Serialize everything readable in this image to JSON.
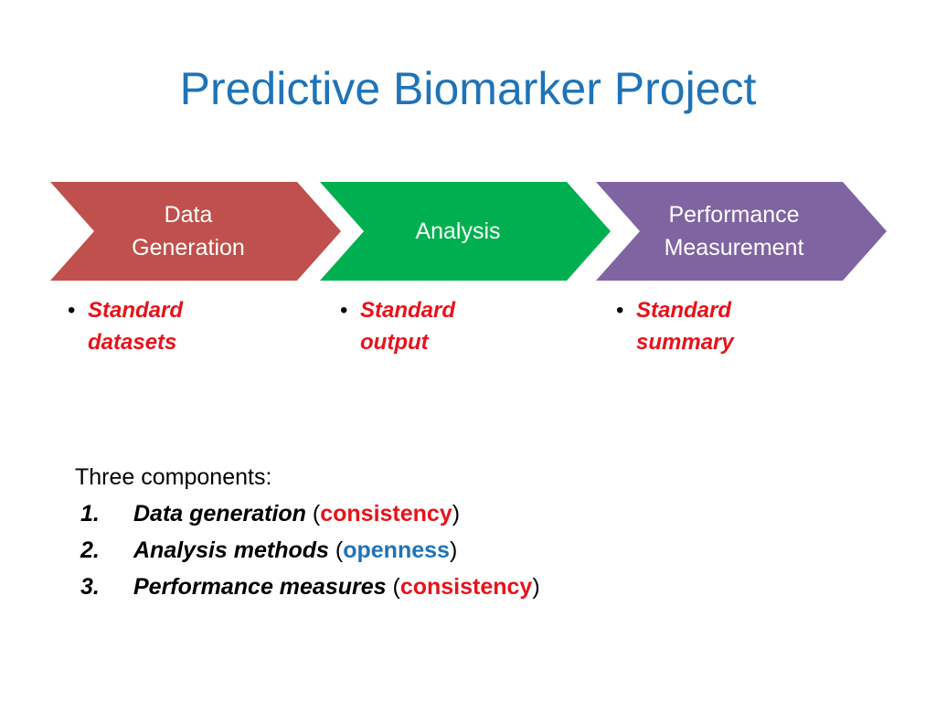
{
  "title": "Predictive Biomarker Project",
  "stages": [
    {
      "label": "Data\nGeneration",
      "color": "#c0504d",
      "bullet": "Standard\ndatasets"
    },
    {
      "label": "Analysis",
      "color": "#00b050",
      "bullet": "Standard\noutput"
    },
    {
      "label": "Performance\nMeasurement",
      "color": "#8064a2",
      "bullet": "Standard\nsummary"
    }
  ],
  "bullet_symbol": "•",
  "components": {
    "heading": "Three components:",
    "items": [
      {
        "number": "1.",
        "name": "Data generation",
        "open_paren": " (",
        "keyword": "consistency",
        "close_paren": ")",
        "keyword_color": "#e8121b"
      },
      {
        "number": "2.",
        "name": "Analysis methods",
        "open_paren": " (",
        "keyword": "openness",
        "close_paren": ")",
        "keyword_color": "#1f73b8"
      },
      {
        "number": "3.",
        "name": "Performance measures",
        "open_paren": " (",
        "keyword": "consistency",
        "close_paren": ")",
        "keyword_color": "#e8121b"
      }
    ]
  }
}
